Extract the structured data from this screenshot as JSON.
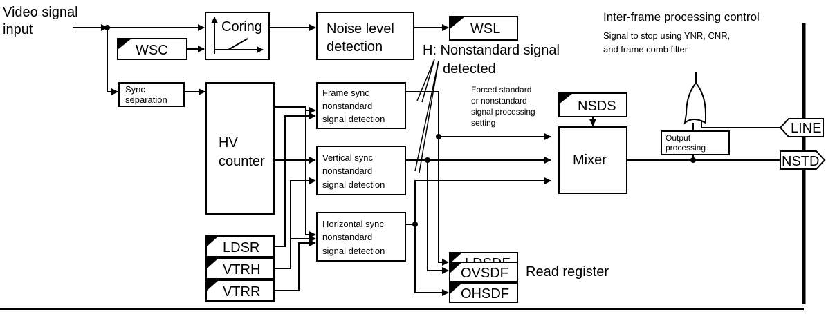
{
  "labels": {
    "input_line1": "Video signal",
    "input_line2": "input",
    "coring": "Coring",
    "noise_line1": "Noise level",
    "noise_line2": "detection",
    "wsl": "WSL",
    "wsc": "WSC",
    "sync_sep_line1": "Sync",
    "sync_sep_line2": "separation",
    "hv_line1": "HV",
    "hv_line2": "counter",
    "frame_line1": "Frame sync",
    "frame_line2": "nonstandard",
    "frame_line3": "signal detection",
    "vert_line1": "Vertical sync",
    "vert_line2": "nonstandard",
    "vert_line3": "signal detection",
    "horiz_line1": "Horizontal sync",
    "horiz_line2": "nonstandard",
    "horiz_line3": "signal detection",
    "h_note_line1": "H: Nonstandard signal",
    "h_note_line2": "detected",
    "forced_line1": "Forced standard",
    "forced_line2": "or nonstandard",
    "forced_line3": "signal processing",
    "forced_line4": "setting",
    "nsds": "NSDS",
    "mixer": "Mixer",
    "interframe_title": "Inter-frame processing control",
    "interframe_line1": "Signal to stop using YNR, CNR,",
    "interframe_line2": "and frame comb filter",
    "output_line1": "Output",
    "output_line2": "processing",
    "line_port": "LINE",
    "nstd_port": "NSTD",
    "ldsr": "LDSR",
    "vtrh": "VTRH",
    "vtrr": "VTRR",
    "ldsdf": "LDSDF",
    "ovsdf": "OVSDF",
    "ohsdf": "OHSDF",
    "read_register": "Read register"
  }
}
